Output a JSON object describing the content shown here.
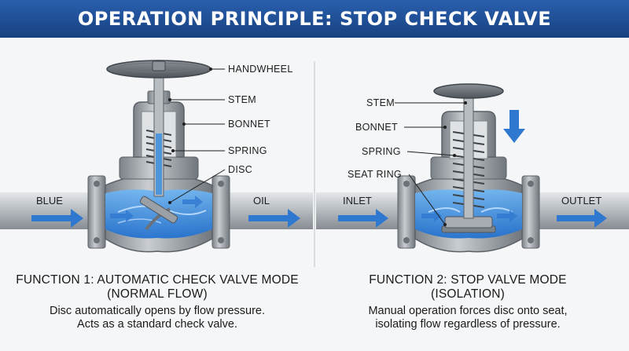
{
  "header": {
    "title": "OPERATION PRINCIPLE: STOP CHECK VALVE"
  },
  "left": {
    "labels": {
      "handwheel": "HANDWHEEL",
      "stem": "STEM",
      "bonnet": "BONNET",
      "spring": "SPRING",
      "disc": "DISC"
    },
    "flow_in": "BLUE",
    "flow_out": "OIL",
    "caption_title_1": "FUNCTION 1: AUTOMATIC CHECK VALVE MODE",
    "caption_title_2": "(NORMAL FLOW)",
    "caption_body_1": "Disc automatically opens by flow pressure.",
    "caption_body_2": "Acts as a standard check valve."
  },
  "right": {
    "labels": {
      "stem": "STEM",
      "bonnet": "BONNET",
      "spring": "SPRING",
      "seat_ring": "SEAT RING"
    },
    "flow_in": "INLET",
    "flow_out": "OUTLET",
    "caption_title_1": "FUNCTION 2: STOP VALVE MODE",
    "caption_title_2": "(ISOLATION)",
    "caption_body_1": "Manual operation forces disc onto seat,",
    "caption_body_2": "isolating flow regardless of pressure."
  },
  "colors": {
    "banner": "#1f4f96",
    "water": "#3b8fe0",
    "metal": "#9ea4aa",
    "arrow": "#2f78d0"
  }
}
